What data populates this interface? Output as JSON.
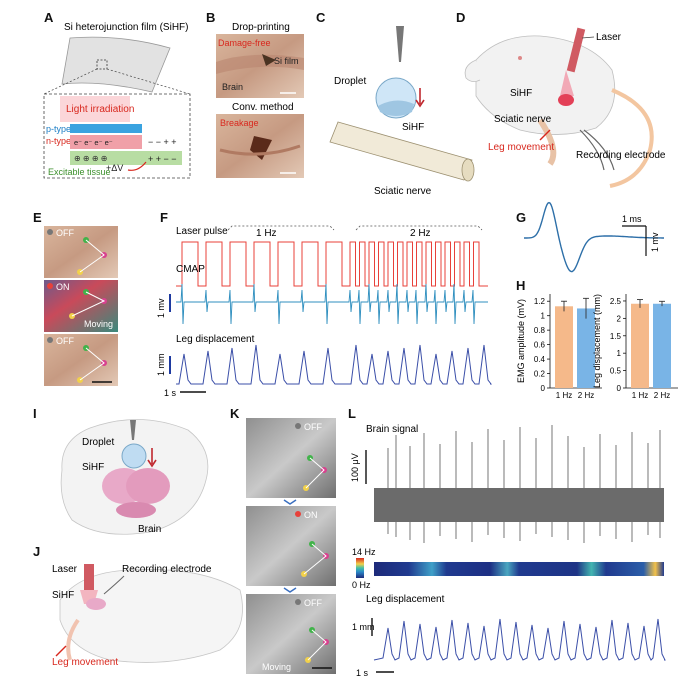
{
  "panel_letters": [
    "A",
    "B",
    "C",
    "D",
    "E",
    "F",
    "G",
    "H",
    "I",
    "J",
    "K",
    "L"
  ],
  "panel_A": {
    "title": "Si heterojunction film (SiHF)",
    "light": "Light irradiation",
    "ptype": "p-type",
    "ntype": "n-type",
    "electrons": "e⁻  e⁻  e⁻  e⁻",
    "minus": "− − + +",
    "plus": "+ + − −",
    "holes": "⊕  ⊕  ⊕  ⊕",
    "dv": "+ΔV",
    "tissue": "Excitable tissue"
  },
  "panel_B": {
    "drop_title": "Drop-printing",
    "damage_free": "Damage-free",
    "si_film": "Si film",
    "brain": "Brain",
    "conv_title": "Conv. method",
    "breakage": "Breakage"
  },
  "panel_C": {
    "droplet": "Droplet",
    "sihf": "SiHF",
    "nerve": "Sciatic nerve"
  },
  "panel_D": {
    "laser": "Laser",
    "sihf": "SiHF",
    "nerve": "Sciatic nerve",
    "leg": "Leg movement",
    "electrode": "Recording electrode"
  },
  "panel_E": {
    "off": "OFF",
    "on": "ON",
    "moving": "Moving"
  },
  "panel_F": {
    "laser_pulse": "Laser pulse",
    "hz1": "1 Hz",
    "hz2": "2 Hz",
    "cmap": "CMAP",
    "leg_disp": "Leg displacement",
    "scale_mv": "1 mv",
    "scale_mm": "1 mm",
    "scale_s": "1 s"
  },
  "panel_G": {
    "scale_ms": "1 ms",
    "scale_mv": "1 mv"
  },
  "panel_I": {
    "droplet": "Droplet",
    "sihf": "SiHF",
    "brain": "Brain"
  },
  "panel_J": {
    "laser": "Laser",
    "electrode": "Recording electrode",
    "sihf": "SiHF",
    "leg": "Leg movement"
  },
  "panel_K": {
    "off": "OFF",
    "on": "ON",
    "moving": "Moving"
  },
  "panel_L": {
    "brain_signal": "Brain signal",
    "scale_uv": "100 μV",
    "hz14": "14 Hz",
    "hz0": "0 Hz",
    "leg_disp": "Leg displacement",
    "scale_mm": "1 mm",
    "scale_s": "1 s"
  },
  "colors": {
    "pulse": "#e8413a",
    "trace": "#3f6fc0",
    "trace_g": "#2d6fa8",
    "bar1": "#f5b98a",
    "bar2": "#79b4e6",
    "red_label": "#d8281e"
  },
  "chart_data": [
    {
      "type": "bar",
      "panel": "H-left",
      "categories": [
        "1 Hz",
        "2 Hz"
      ],
      "values": [
        1.13,
        1.1
      ],
      "errors": [
        0.07,
        0.14
      ],
      "ylabel": "EMG amplitude (mV)",
      "yticks": [
        0,
        0.2,
        0.4,
        0.6,
        0.8,
        1.0,
        1.2
      ],
      "ylim": [
        0,
        1.3
      ],
      "colors": [
        "#f5b98a",
        "#79b4e6"
      ]
    },
    {
      "type": "bar",
      "panel": "H-right",
      "categories": [
        "1 Hz",
        "2 Hz"
      ],
      "values": [
        2.42,
        2.42
      ],
      "errors": [
        0.12,
        0.07
      ],
      "ylabel": "Leg displacement (mm)",
      "yticks": [
        0,
        0.5,
        1.0,
        1.5,
        2.0,
        2.5
      ],
      "ylim": [
        0,
        2.7
      ],
      "colors": [
        "#f5b98a",
        "#79b4e6"
      ]
    }
  ]
}
